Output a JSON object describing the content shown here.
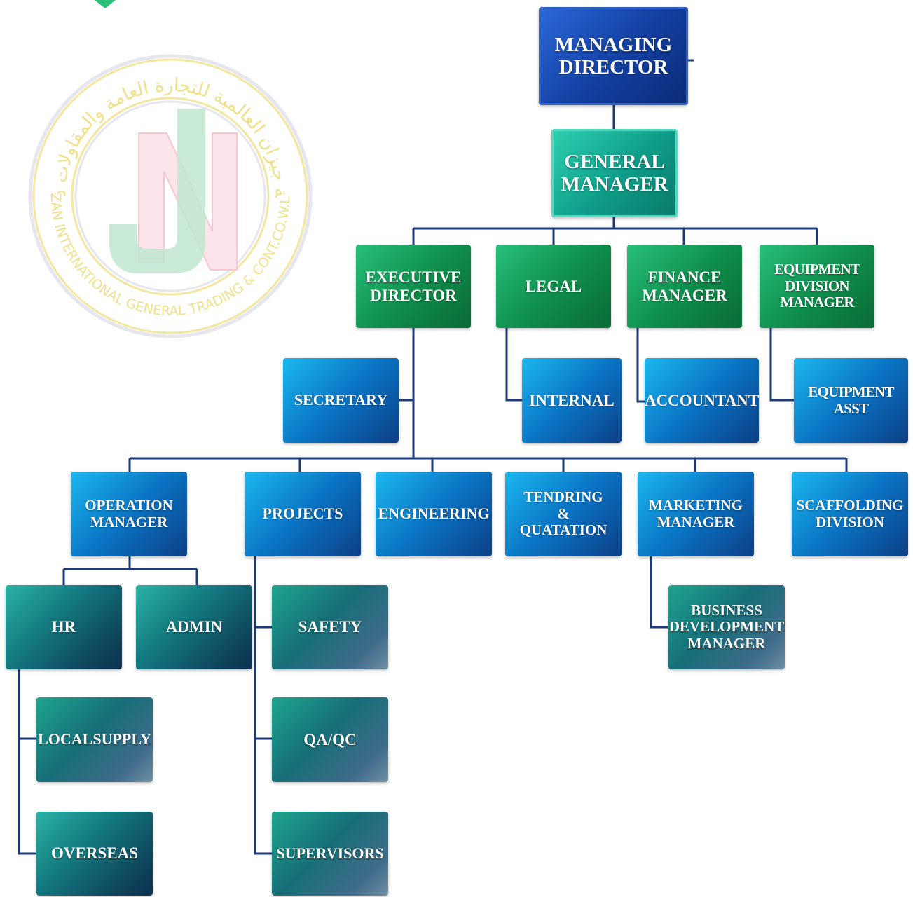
{
  "org_chart": {
    "managing_director": [
      "MANAGING",
      "DIRECTOR"
    ],
    "general_manager": [
      "GENERAL",
      "MANAGER"
    ],
    "executive_director": [
      "EXECUTIVE",
      "DIRECTOR"
    ],
    "legal": "LEGAL",
    "finance_manager": [
      "FINANCE",
      "MANAGER"
    ],
    "equipment_division_manager": [
      "EQUIPMENT",
      "DIVISION MANAGER"
    ],
    "secretary": "SECRETARY",
    "internal": "INTERNAL",
    "accountant": "ACCOUNTANT",
    "equipment_asst": "EQUIPMENT ASST",
    "operation_manager": [
      "OPERATION",
      "MANAGER"
    ],
    "projects": "PROJECTS",
    "engineering": "ENGINEERING",
    "tendering": [
      "TENDRING",
      "&",
      "QUATATION"
    ],
    "marketing_manager": [
      "MARKETING",
      "MANAGER"
    ],
    "scaffolding_division": [
      "SCAFFOLDING",
      "DIVISION"
    ],
    "hr": "HR",
    "admin": "ADMIN",
    "safety": "SAFETY",
    "qa_qc": "QA/QC",
    "supervisors": "SUPERVISORS",
    "local_supply": "LOCALSUPPLY",
    "overseas": "OVERSEAS",
    "business_development_manager": [
      "BUSINESS",
      "DEVELOPMENT",
      "MANAGER"
    ]
  },
  "watermark": {
    "arabic_text": "شركة جيزان العالمية للتجارة العامة والمقاولات ذ.م.م",
    "english_text": "JEZAN INTERNATIONAL GENERAL TRADING & CONT.CO.W.L.L.",
    "monogram": "JN"
  },
  "colors": {
    "navy": "#123e9f",
    "teal": "#0f9c88",
    "green": "#0e8c4a",
    "blue": "#0a74c4",
    "connector": "#1c3a78",
    "watermark_gold": "#f0e08a"
  }
}
